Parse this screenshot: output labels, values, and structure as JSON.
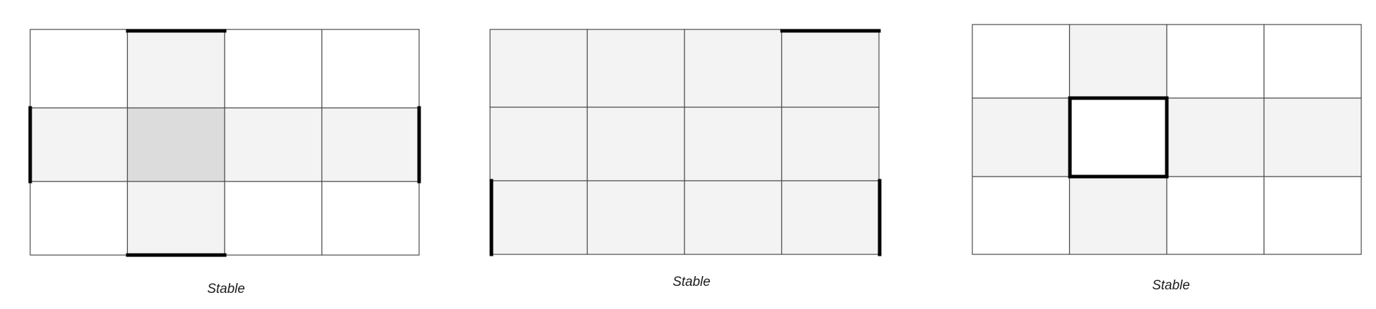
{
  "colors": {
    "grid_line": "#4a4a4a",
    "bold_line": "#000000",
    "light_fill": "#f3f3f3",
    "dark_fill": "#dcdcdc",
    "white_fill": "#ffffff"
  },
  "panels": [
    {
      "caption": "Stable",
      "rows": 3,
      "cols": 4,
      "fills": [
        [
          "white",
          "light",
          "white",
          "white"
        ],
        [
          "light",
          "dark",
          "light",
          "light"
        ],
        [
          "white",
          "light",
          "white",
          "white"
        ]
      ]
    },
    {
      "caption": "Stable",
      "rows": 3,
      "cols": 4,
      "fills": [
        [
          "light",
          "light",
          "light",
          "light"
        ],
        [
          "light",
          "light",
          "light",
          "light"
        ],
        [
          "light",
          "light",
          "light",
          "light"
        ]
      ]
    },
    {
      "caption": "Stable",
      "rows": 3,
      "cols": 4,
      "fills": [
        [
          "white",
          "light",
          "white",
          "white"
        ],
        [
          "light",
          "white",
          "light",
          "light"
        ],
        [
          "white",
          "light",
          "white",
          "white"
        ]
      ]
    }
  ]
}
